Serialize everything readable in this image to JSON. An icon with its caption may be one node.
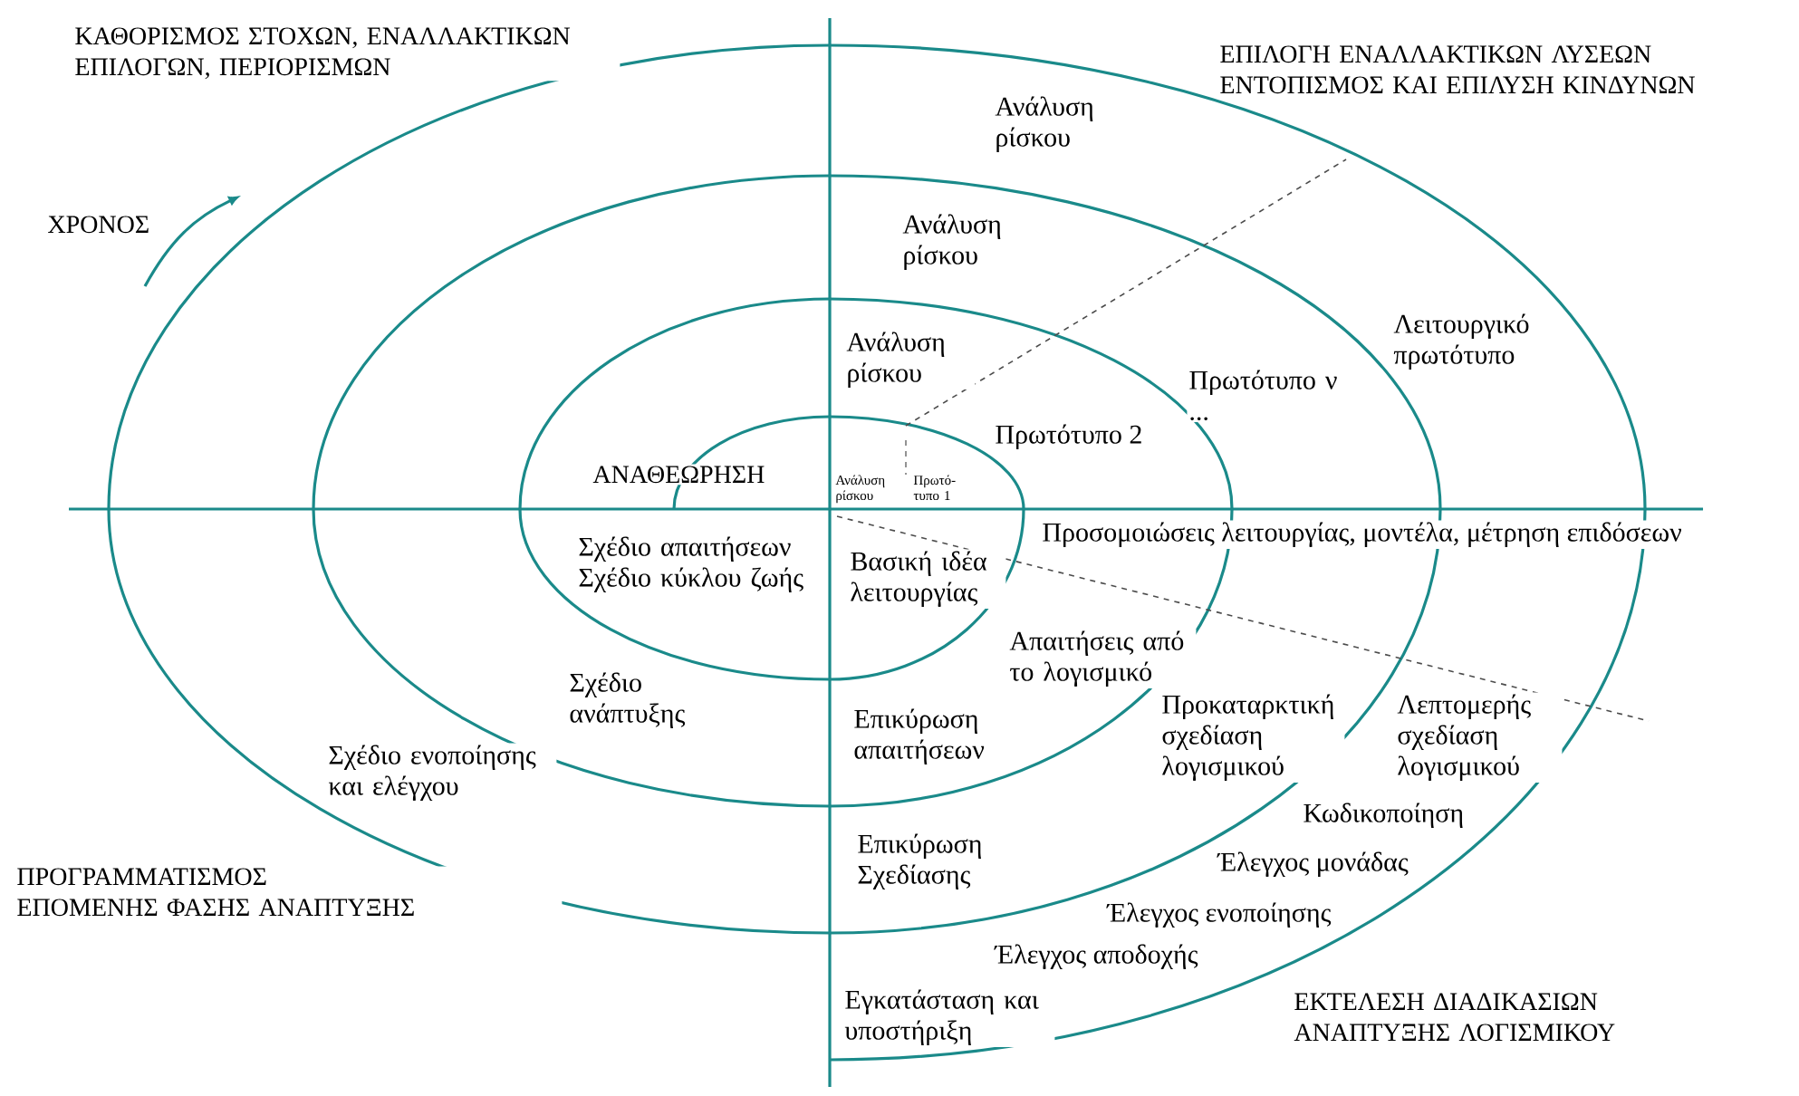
{
  "diagram": {
    "labels": [
      "ΚΑΘΟΡΙΣΜΟΣ ΣΤΟΧΩΝ, ΕΝΑΛΛΑΚΤΙΚΩΝ ΕΠΙΛΟΓΩΝ, ΠΕΡΙΟΡΙΣΜΩΝ",
      "ΕΠΙΛΟΓΗ ΕΝΑΛΛΑΚΤΙΚΩΝ ΛΥΣΕΩΝ ΕΝΤΟΠΙΣΜΟΣ ΚΑΙ ΕΠΙΛΥΣΗ ΚΙΝΔΥΝΩΝ",
      "Ανάλυση ρίσκου",
      "ΧΡΟΝΟΣ",
      "Ανάλυση ρίσκου",
      "Ανάλυση ρίσκου",
      "Λειτουργικό πρωτότυπο",
      "Πρωτότυπο ν ...",
      "Πρωτότυπο 2",
      "ΑΝΑΘΕΩΡΗΣΗ",
      "Ανάλυση ρίσκου",
      "Πρωτό- τυπο 1",
      "Σχέδιο απαιτήσεων Σχέδιο κύκλου ζωής",
      "Βασική ιδέα λειτουργίας",
      "Προσομοιώσεις λειτουργίας, μοντέλα, μέτρηση επιδόσεων",
      "Απαιτήσεις από το λογισμικό",
      "Σχέδιο ανάπτυξης",
      "Επικύρωση απαιτήσεων",
      "Προκαταρκτική σχεδίαση λογισμικού",
      "Λεπτομερής σχεδίαση λογισμικού",
      "Σχέδιο ενοποίησης και ελέγχου",
      "Κωδικοποίηση",
      "Επικύρωση Σχεδίασης",
      "Έλεγχος μονάδας",
      "ΠΡΟΓΡΑΜΜΑΤΙΣΜΟΣ ΕΠΟΜΕΝΗΣ ΦΑΣΗΣ ΑΝΑΠΤΥΞΗΣ",
      "Έλεγχος ενοποίησης",
      "Έλεγχος αποδοχής",
      "Εγκατάσταση και υποστήριξη",
      "ΕΚΤΕΛΕΣΗ ΔΙΑΔΙΚΑΣΙΩΝ ΑΝΑΠΤΥΞΗΣ ΛΟΓΙΣΜΙΚΟΥ"
    ]
  }
}
